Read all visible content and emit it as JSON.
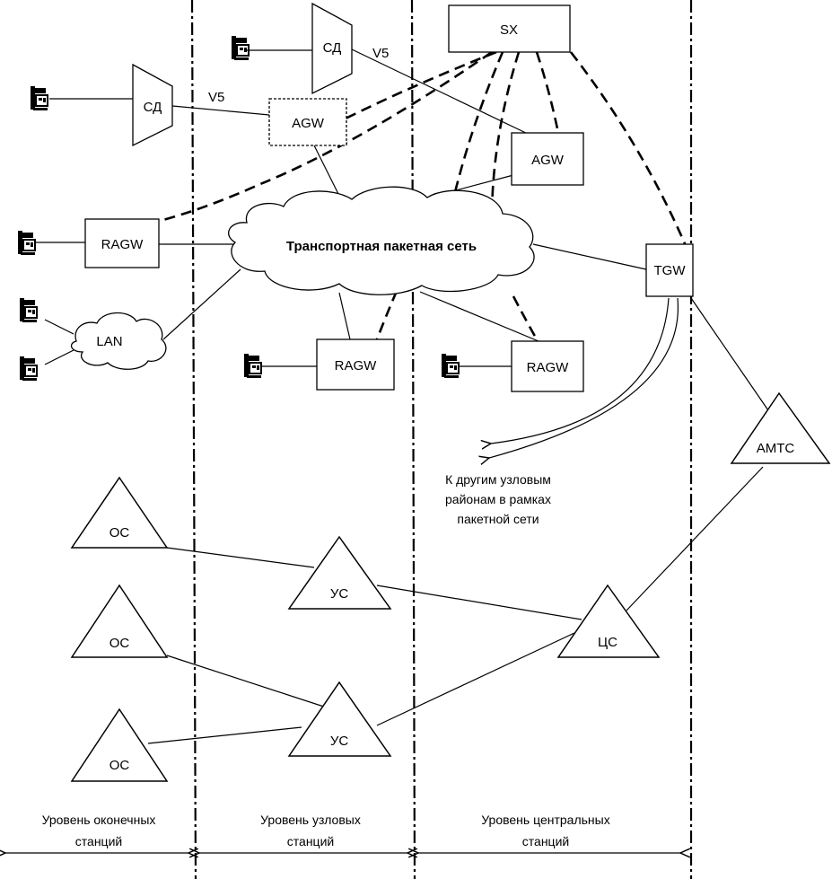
{
  "nodes": {
    "sx": "SX",
    "sd_top": "СД",
    "sd_left": "СД",
    "v5_top": "V5",
    "v5_left": "V5",
    "agw_left": "AGW",
    "agw_right": "AGW",
    "ragw_left": "RAGW",
    "ragw_mid": "RAGW",
    "ragw_right": "RAGW",
    "tgw": "TGW",
    "lan": "LAN",
    "transport_net": "Транспортная пакетная сеть",
    "amts": "АМТС",
    "oc1": "ОС",
    "oc2": "ОС",
    "oc3": "ОС",
    "us1": "УС",
    "us2": "УС",
    "cs": "ЦС"
  },
  "note": {
    "line1": "К другим узловым",
    "line2": "районам в рамках",
    "line3": "пакетной сети"
  },
  "levels": {
    "end_line1": "Уровень оконечных",
    "end_line2": "станций",
    "node_line1": "Уровень узловых",
    "node_line2": "станций",
    "central_line1": "Уровень центральных",
    "central_line2": "станций"
  },
  "icons": {
    "terminal": "telephone-terminal-icon"
  }
}
